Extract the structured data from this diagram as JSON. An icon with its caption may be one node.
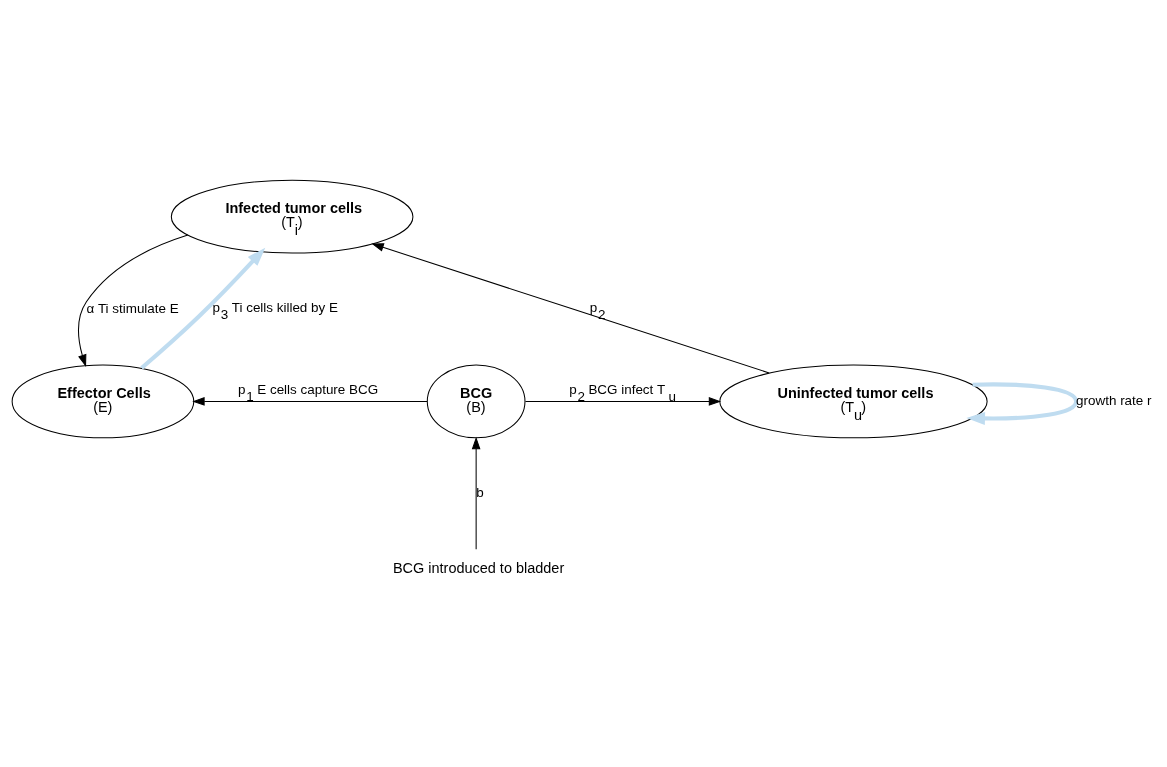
{
  "diagram": {
    "nodes": [
      {
        "text": [
          "Infected tumor cells",
          "(T$_{i}$)"
        ]
      },
      {
        "text": [
          "Effector Cells",
          "(E)"
        ]
      },
      {
        "text": [
          "BCG",
          "(B)"
        ]
      },
      {
        "text": [
          "Uninfected tumor cells",
          "(T$_{u}$)"
        ]
      },
      {
        "text": [
          "BCG introduced to bladder"
        ]
      }
    ],
    "edges": [
      {
        "from": 0,
        "to": 1,
        "arrow": "to",
        "label": "α Ti stimulate E"
      },
      {
        "from": 1,
        "to": 0,
        "arrow": "to",
        "label": "p$_{3}$ Ti cells killed by E",
        "style": "thick",
        "color": "#bfdcf0"
      },
      {
        "from": 3,
        "to": 0,
        "arrow": "to",
        "label": "p$_{2}$"
      },
      {
        "from": 2,
        "to": 1,
        "arrow": "to",
        "label": "p$_{1}$ E cells capture BCG"
      },
      {
        "from": 2,
        "to": 3,
        "arrow": "to",
        "label": "p$_{2}$ BCG infect T$_{u}$"
      },
      {
        "from": 4,
        "to": 2,
        "arrow": "to",
        "label": "b"
      },
      {
        "from": 3,
        "to": 3,
        "arrow": "to",
        "label": "growth rate r",
        "style": "thick",
        "color": "#bfdcf0"
      }
    ]
  }
}
